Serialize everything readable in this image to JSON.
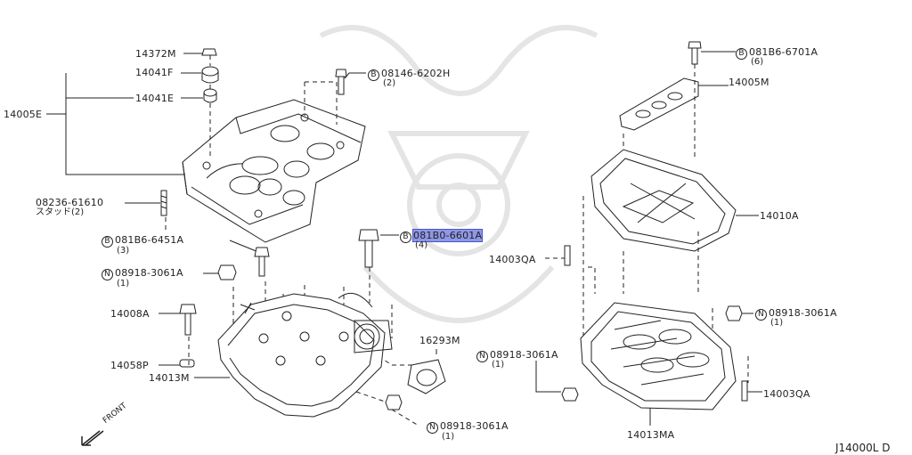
{
  "callouts": {
    "p14372M": "14372M",
    "p14041F": "14041F",
    "p14041E": "14041E",
    "p14005E": "14005E",
    "p08236_61610": "08236-61610",
    "p08236_sub": "スタッド(2)",
    "p081B6_6451A": "081B6-6451A",
    "p081B6_6451A_q": "(3)",
    "p08918_a": "08918-3061A",
    "p08918_a_q": "(1)",
    "p14008A": "14008A",
    "p14058P": "14058P",
    "p14013M": "14013M",
    "p08146_6202H": "08146-6202H",
    "p08146_q": "(2)",
    "p081B0_6601A": "081B0-6601A",
    "p081B0_q": "(4)",
    "p16293M": "16293M",
    "p08918_b": "08918-3061A",
    "p08918_b_q": "(1)",
    "p08918_c": "08918-3061A",
    "p08918_c_q": "(1)",
    "p14003QA_a": "14003QA",
    "p081B6_6701A": "081B6-6701A",
    "p081B6_6701A_q": "(6)",
    "p14005M": "14005M",
    "p14010A": "14010A",
    "p08918_d": "08918-3061A",
    "p08918_d_q": "(1)",
    "p14003QA_b": "14003QA",
    "p14013MA": "14013MA"
  },
  "markers": {
    "bolt": "B",
    "nut": "N"
  },
  "front_label": "FRONT",
  "diagram_code": "J14000L D",
  "highlight_color": "#8f97e6"
}
